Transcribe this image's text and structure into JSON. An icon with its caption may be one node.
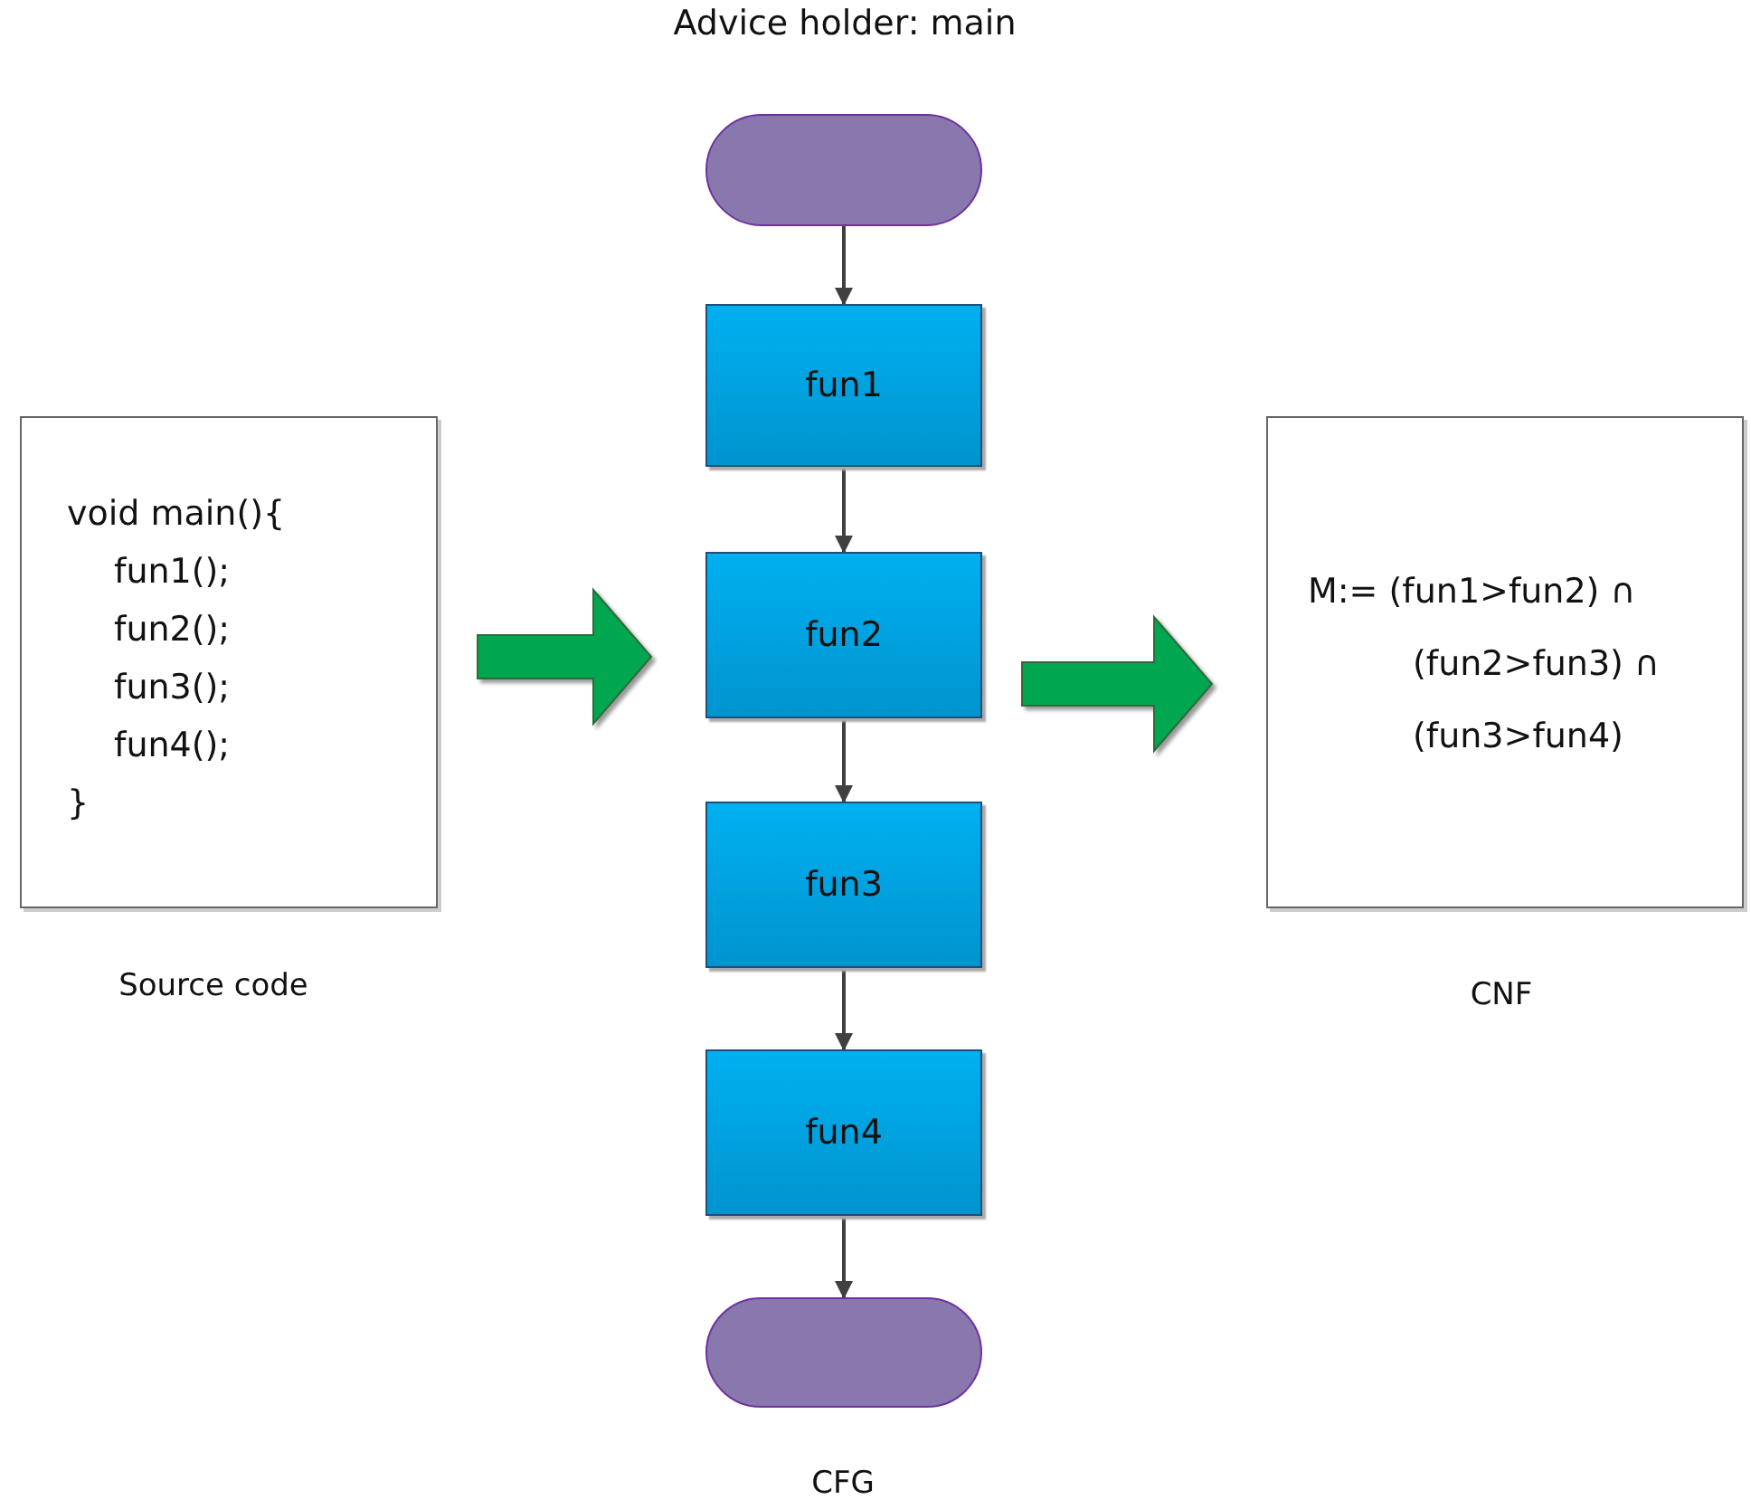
{
  "diagram": {
    "title": "Advice holder: main",
    "nodes": [
      {
        "text": [
          "void main(){",
          "fun1();",
          "fun2();",
          "fun3();",
          "fun4();",
          "}"
        ],
        "beside": [
          "Source code"
        ]
      },
      {
        "text": [],
        "shape": "terminal"
      },
      {
        "text": [
          "fun1"
        ]
      },
      {
        "text": [
          "fun2"
        ]
      },
      {
        "text": [
          "fun3"
        ]
      },
      {
        "text": [
          "fun4"
        ]
      },
      {
        "text": [],
        "shape": "terminal"
      },
      {
        "text": [
          "M:= (fun1>fun2) ∩",
          "(fun2>fun3) ∩",
          "(fun3>fun4)"
        ],
        "beside": [
          "CNF"
        ]
      }
    ],
    "edges": [
      {
        "from": 1,
        "to": 2,
        "arrow": "to"
      },
      {
        "from": 2,
        "to": 3,
        "arrow": "to"
      },
      {
        "from": 3,
        "to": 4,
        "arrow": "to"
      },
      {
        "from": 4,
        "to": 5,
        "arrow": "to"
      },
      {
        "from": 5,
        "to": 6,
        "arrow": "to"
      },
      {
        "from": 0,
        "to": 3,
        "arrow": "to",
        "style": "thick",
        "color": "#00a650"
      },
      {
        "from": 3,
        "to": 7,
        "arrow": "to",
        "style": "thick",
        "color": "#00a650"
      }
    ],
    "labels": [
      "CFG"
    ]
  }
}
